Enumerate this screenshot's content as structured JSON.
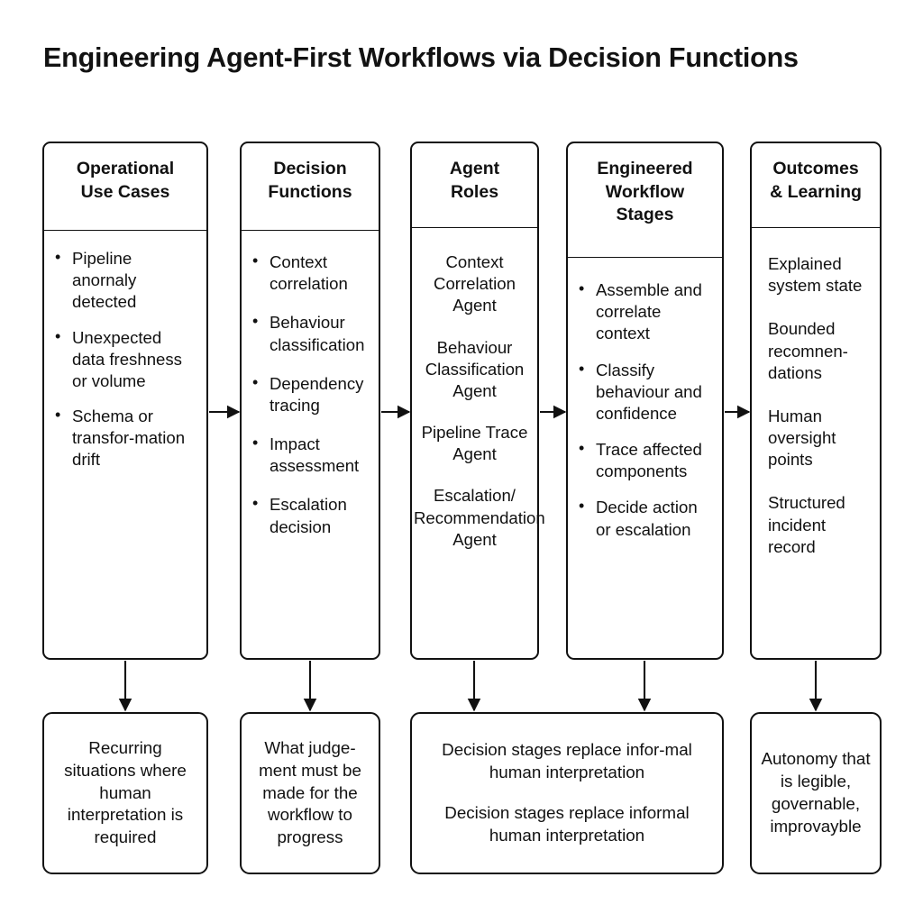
{
  "title": "Engineering Agent-First Workflows via Decision Functions",
  "columns": [
    {
      "id": "operational-use-cases",
      "header": "Operational\nUse Cases",
      "style": "bulleted",
      "items": [
        "Pipeline anornaly detected",
        "Unexpected data freshness or volume",
        "Schema or transfor-mation drift"
      ],
      "caption": [
        "Recurring situations where human interpretation is required"
      ]
    },
    {
      "id": "decision-functions",
      "header": "Decision\nFunctions",
      "style": "bulleted",
      "items": [
        "Context correlation",
        "Behaviour classification",
        "Dependency tracing",
        "Impact assessment",
        "Escalation decision"
      ],
      "caption": [
        "What judge-ment must be made for the workflow to progress"
      ]
    },
    {
      "id": "agent-roles",
      "header": "Agent\nRoles",
      "style": "centered",
      "items": [
        "Context Correlation Agent",
        "Behaviour Classification Agent",
        "Pipeline Trace Agent",
        "Escalation/ Recommendation Agent"
      ],
      "caption": []
    },
    {
      "id": "engineered-workflow-stages",
      "header": "Engineered\nWorkflow\nStages",
      "style": "bulleted",
      "items": [
        "Assemble and correlate context",
        "Classify behaviour and confidence",
        "Trace affected components",
        "Decide action or escalation"
      ],
      "caption": []
    },
    {
      "id": "outcomes-and-learning",
      "header": "Outcomes\n& Learning",
      "style": "plain-left",
      "items": [
        "Explained system state",
        "Bounded recomnen-dations",
        "Human oversight points",
        "Structured incident record"
      ],
      "caption": [
        "Autonomy that is legible, governable, improvayble"
      ]
    }
  ],
  "captions": {
    "use_cases": "Recurring situations where human interpretation is required",
    "decision_functions": "What judge-ment must be made for the workflow to progress",
    "workflow_line1": "Decision stages replace infor-mal human interpretation",
    "workflow_line2": "Decision stages replace informal human interpretation",
    "outcomes": "Autonomy that is legible, governable, improvayble"
  },
  "colors": {
    "stroke": "#111111",
    "background": "#ffffff",
    "text": "#111111"
  }
}
